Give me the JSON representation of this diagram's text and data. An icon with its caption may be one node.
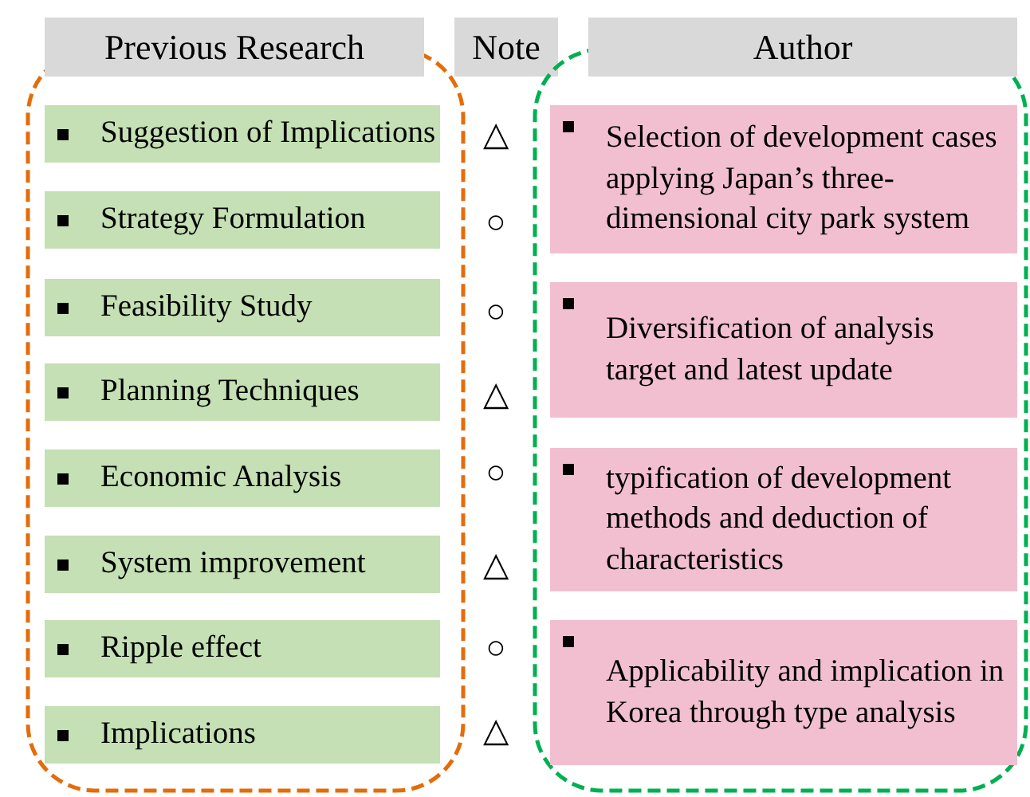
{
  "diagram": {
    "nodes": [
      {
        "text": [
          "Previous Research"
        ]
      },
      {
        "text": [
          "Suggestion of Implications"
        ],
        "in": 0
      },
      {
        "text": [
          "Strategy Formulation"
        ],
        "in": 0
      },
      {
        "text": [
          "Feasibility Study"
        ],
        "in": 0
      },
      {
        "text": [
          "Planning Techniques"
        ],
        "in": 0
      },
      {
        "text": [
          "Economic Analysis"
        ],
        "in": 0
      },
      {
        "text": [
          "System improvement"
        ],
        "in": 0
      },
      {
        "text": [
          "Ripple effect"
        ],
        "in": 0
      },
      {
        "text": [
          "Implications"
        ],
        "in": 0
      },
      {
        "text": [
          "Note"
        ]
      },
      {
        "text": [
          "Author"
        ]
      },
      {
        "text": [
          "Selection of development cases applying Japan’s three-dimensional city park system"
        ],
        "in": 10
      },
      {
        "text": [
          "Diversification of analysis target and latest update"
        ],
        "in": 10
      },
      {
        "text": [
          "typification of development methods and deduction of characteristics"
        ],
        "in": 10
      },
      {
        "text": [
          "Applicability and implication in Korea through type analysis"
        ],
        "in": 10
      }
    ],
    "edges": [],
    "labels": [
      "△",
      "○",
      "○",
      "△",
      "○",
      "△",
      "○",
      "△"
    ]
  }
}
